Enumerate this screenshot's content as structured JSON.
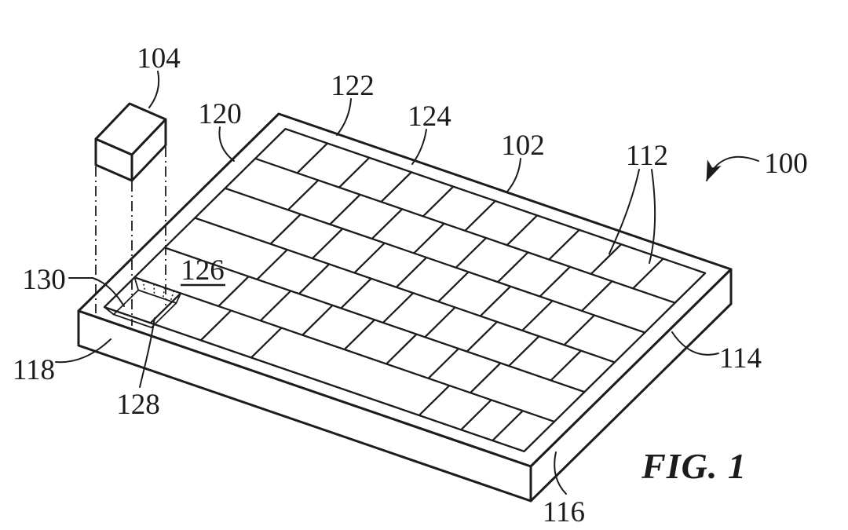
{
  "figure": {
    "caption": "FIG. 1",
    "labels": {
      "l100": "100",
      "l102": "102",
      "l104": "104",
      "l112": "112",
      "l114": "114",
      "l116": "116",
      "l118": "118",
      "l120": "120",
      "l122": "122",
      "l124": "124",
      "l126": "126",
      "l128": "128",
      "l130": "130"
    },
    "colors": {
      "line": "#1c1c1c",
      "background": "#ffffff"
    }
  }
}
